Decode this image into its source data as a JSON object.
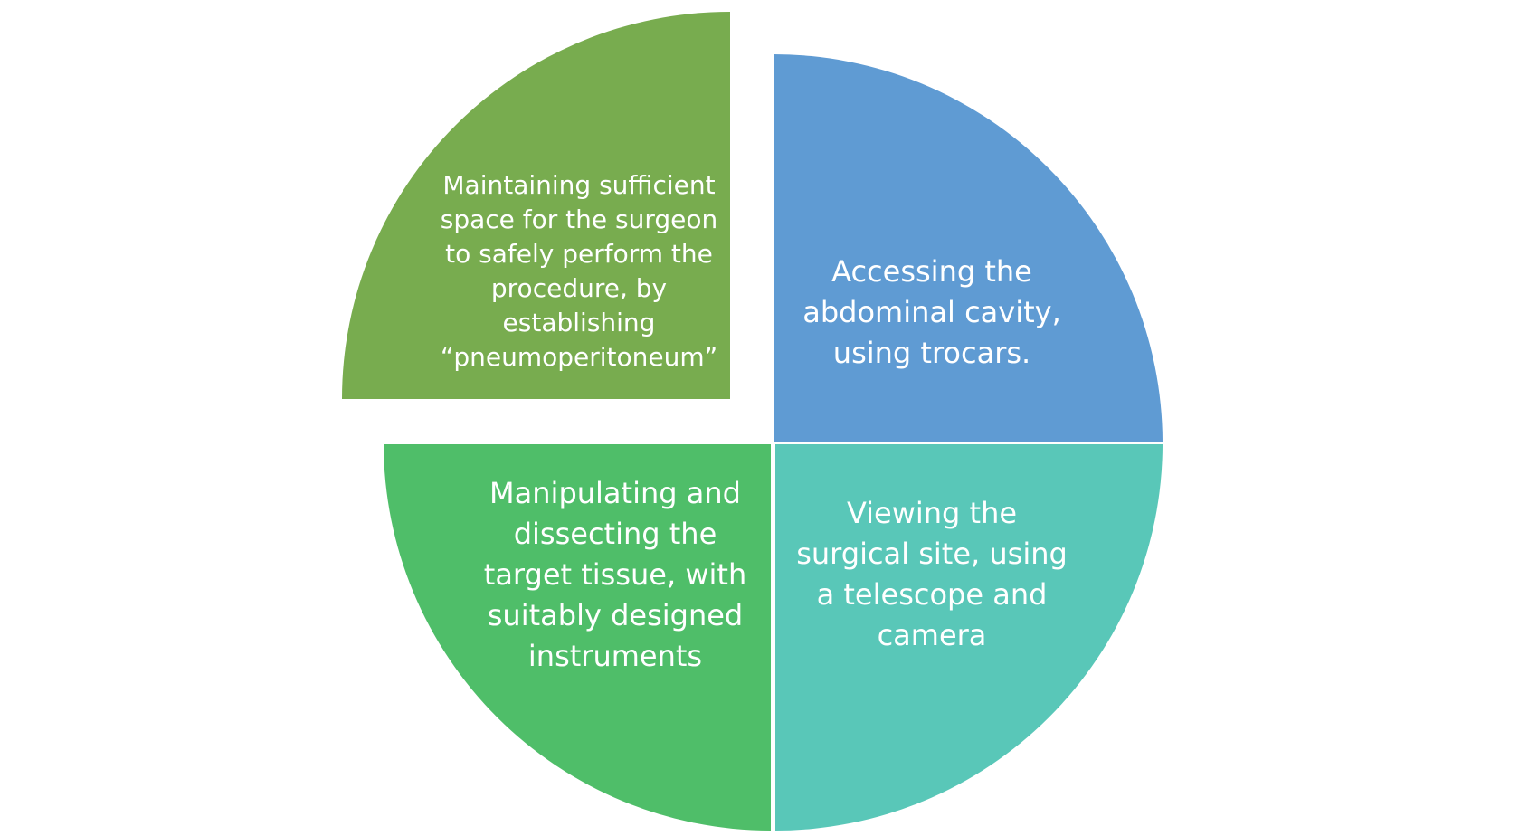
{
  "quadrants": {
    "top_left": {
      "text": "Maintaining sufficient\nspace for the surgeon\nto safely perform the\nprocedure, by\nestablishing\n“pneumoperitoneum”",
      "color": "#78AC4F"
    },
    "top_right": {
      "text": "Accessing the\nabdominal cavity,\nusing trocars.",
      "color": "#5F9BD3"
    },
    "bottom_left": {
      "text": "Manipulating and\ndissecting the\ntarget tissue, with\nsuitably designed\ninstruments",
      "color": "#4FBE69"
    },
    "bottom_right": {
      "text": "Viewing the\nsurgical site, using\na telescope and\ncamera",
      "color": "#59C7B8"
    }
  }
}
